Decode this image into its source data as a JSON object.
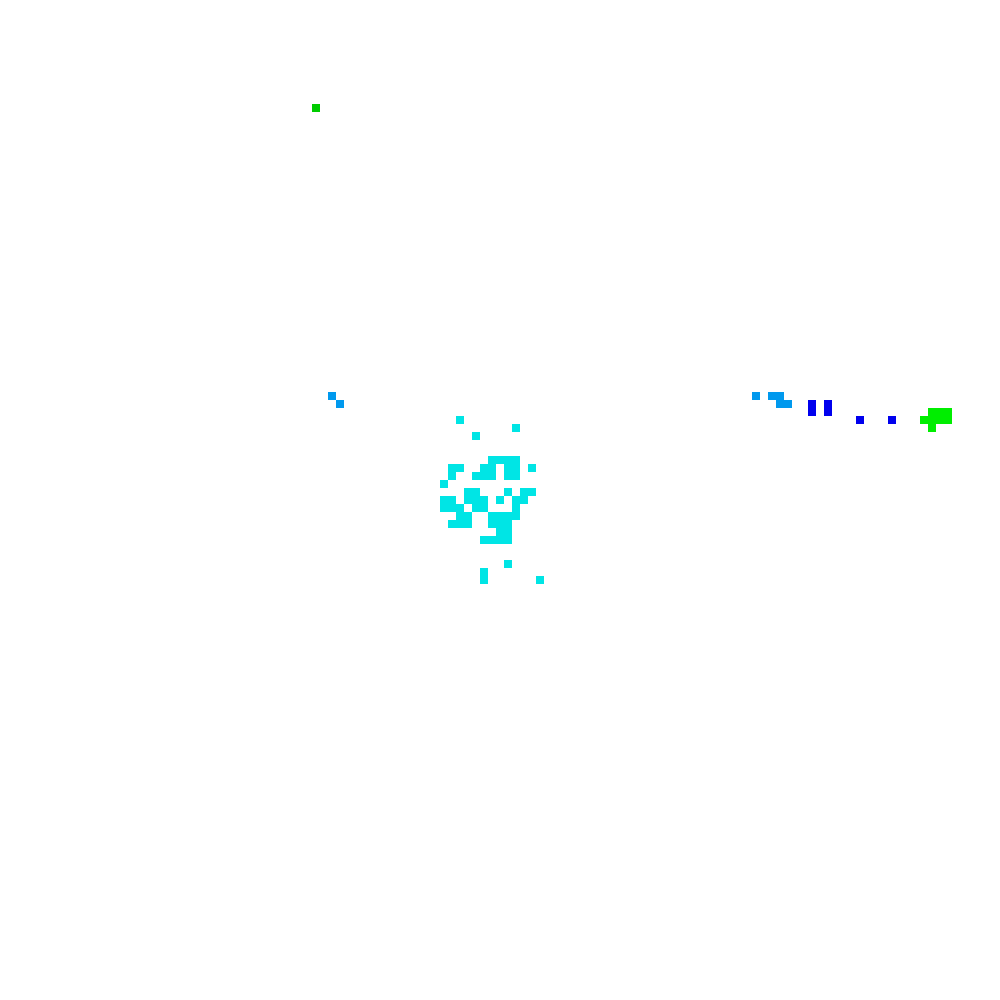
{
  "palette": {
    "background": "#ffffff",
    "cyan": "#00e5e5",
    "sky_blue": "#0099ee",
    "blue": "#0000ee",
    "green": "#00cc00",
    "lime": "#00ee00"
  },
  "clusters": [
    {
      "name": "cyan-cluster",
      "color_key": "cyan",
      "cells": [
        [
          57,
          52
        ],
        [
          64,
          53
        ],
        [
          59,
          54
        ],
        [
          61,
          57
        ],
        [
          62,
          57
        ],
        [
          63,
          57
        ],
        [
          64,
          57
        ],
        [
          57,
          58
        ],
        [
          56,
          58
        ],
        [
          60,
          58
        ],
        [
          61,
          58
        ],
        [
          63,
          58
        ],
        [
          64,
          58
        ],
        [
          66,
          58
        ],
        [
          56,
          59
        ],
        [
          59,
          59
        ],
        [
          60,
          59
        ],
        [
          61,
          59
        ],
        [
          63,
          59
        ],
        [
          64,
          59
        ],
        [
          55,
          60
        ],
        [
          58,
          61
        ],
        [
          59,
          61
        ],
        [
          63,
          61
        ],
        [
          65,
          61
        ],
        [
          66,
          61
        ],
        [
          55,
          62
        ],
        [
          56,
          62
        ],
        [
          58,
          62
        ],
        [
          59,
          62
        ],
        [
          60,
          62
        ],
        [
          62,
          62
        ],
        [
          64,
          62
        ],
        [
          65,
          62
        ],
        [
          55,
          63
        ],
        [
          56,
          63
        ],
        [
          57,
          63
        ],
        [
          59,
          63
        ],
        [
          60,
          63
        ],
        [
          64,
          63
        ],
        [
          57,
          64
        ],
        [
          58,
          64
        ],
        [
          61,
          64
        ],
        [
          62,
          64
        ],
        [
          63,
          64
        ],
        [
          64,
          64
        ],
        [
          56,
          65
        ],
        [
          57,
          65
        ],
        [
          58,
          65
        ],
        [
          61,
          65
        ],
        [
          62,
          65
        ],
        [
          63,
          65
        ],
        [
          62,
          66
        ],
        [
          63,
          66
        ],
        [
          60,
          67
        ],
        [
          61,
          67
        ],
        [
          62,
          67
        ],
        [
          63,
          67
        ],
        [
          63,
          70
        ],
        [
          60,
          71
        ],
        [
          60,
          72
        ],
        [
          67,
          72
        ]
      ]
    },
    {
      "name": "sky-blue-cluster",
      "color_key": "sky_blue",
      "cells": [
        [
          41,
          49
        ],
        [
          42,
          50
        ],
        [
          94,
          49
        ],
        [
          96,
          49
        ],
        [
          97,
          49
        ],
        [
          97,
          50
        ],
        [
          98,
          50
        ]
      ]
    },
    {
      "name": "blue-cluster",
      "color_key": "blue",
      "cells": [
        [
          101,
          50
        ],
        [
          101,
          51
        ],
        [
          103,
          50
        ],
        [
          103,
          51
        ],
        [
          107,
          52
        ],
        [
          111,
          52
        ]
      ]
    },
    {
      "name": "lime-cluster",
      "color_key": "lime",
      "cells": [
        [
          115,
          52
        ],
        [
          116,
          52
        ],
        [
          117,
          52
        ],
        [
          118,
          52
        ],
        [
          116,
          51
        ],
        [
          117,
          51
        ],
        [
          118,
          51
        ],
        [
          116,
          53
        ]
      ]
    },
    {
      "name": "green-cluster",
      "color_key": "green",
      "cells": [
        [
          39,
          13
        ]
      ]
    }
  ]
}
